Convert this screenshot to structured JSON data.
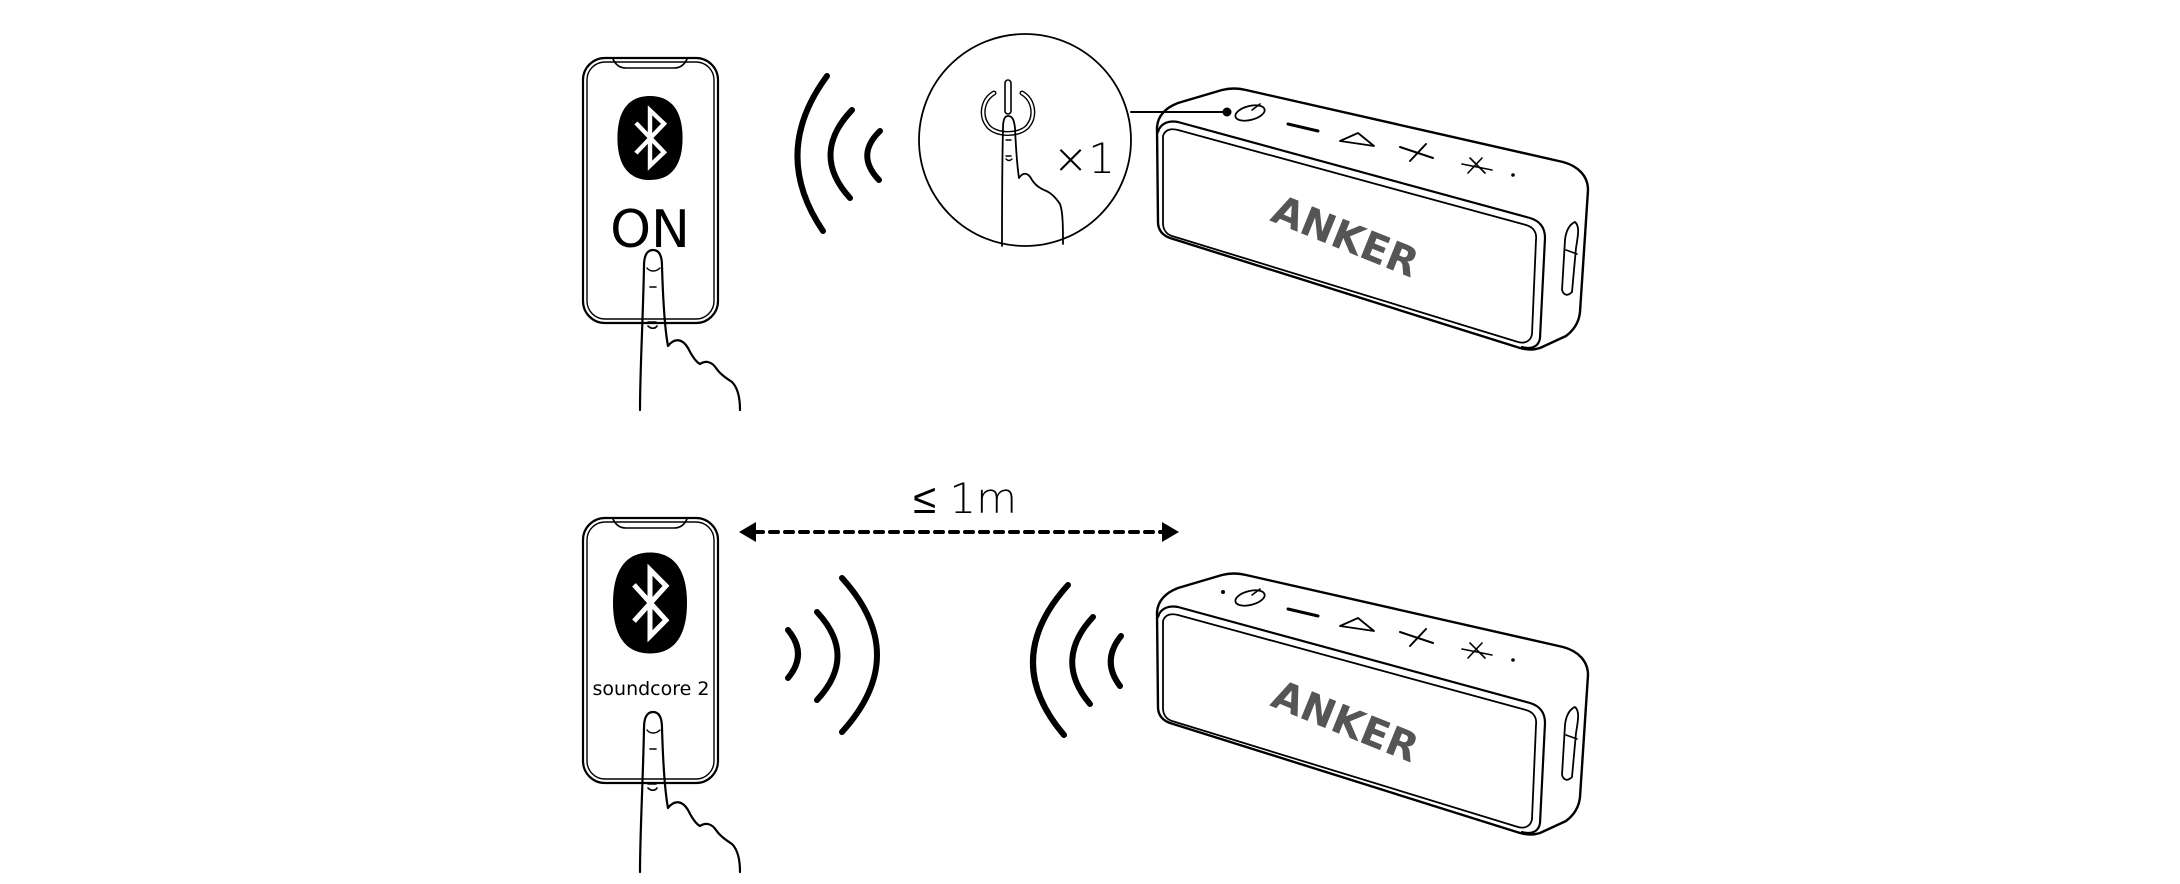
{
  "step1": {
    "phone_bluetooth_icon": "bluetooth-icon",
    "phone_status_text": "ON",
    "press_count_label": "×1",
    "pressed_button": "power-button",
    "speaker_brand": "ANKER",
    "speaker_buttons": [
      "power",
      "volume-down",
      "play-pause",
      "volume-up",
      "bluetooth"
    ]
  },
  "step2": {
    "distance_label": "≤ 1m",
    "phone_bluetooth_icon": "bluetooth-icon",
    "phone_device_name": "soundcore 2",
    "speaker_brand": "ANKER",
    "speaker_buttons": [
      "power",
      "volume-down",
      "play-pause",
      "volume-up",
      "bluetooth"
    ]
  },
  "colors": {
    "line": "#000000",
    "background": "#ffffff",
    "brand_text": "#555555"
  }
}
